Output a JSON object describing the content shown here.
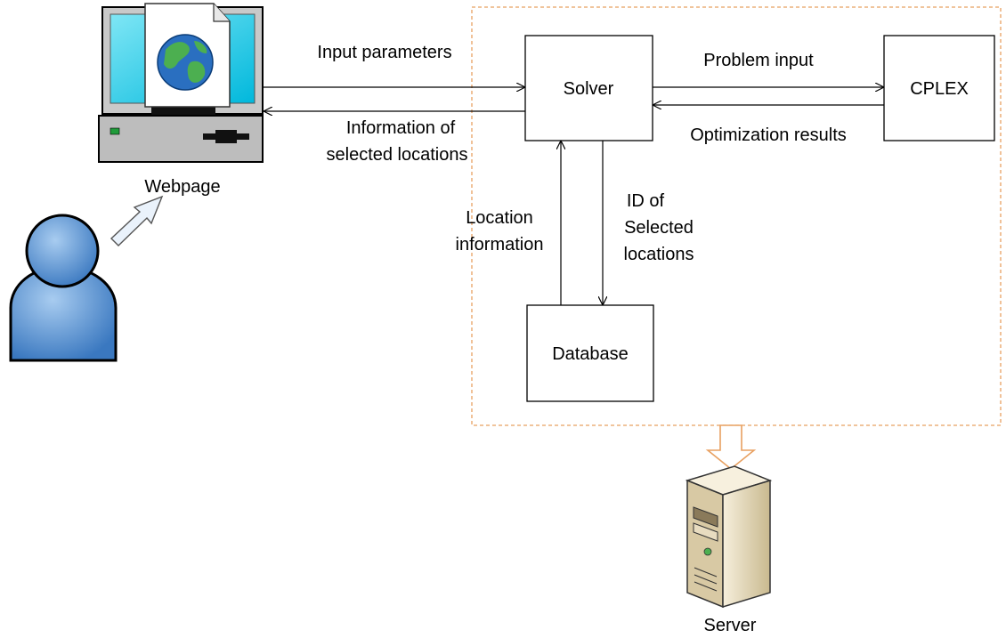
{
  "labels": {
    "webpage": "Webpage",
    "server": "Server",
    "input_parameters": "Input parameters",
    "information_of": "Information of",
    "selected_locations": "selected locations",
    "problem_input": "Problem input",
    "optimization_results": "Optimization results",
    "id_of": "ID of",
    "selected": "Selected",
    "locations": "locations",
    "location": "Location",
    "information": "information"
  },
  "boxes": {
    "solver": "Solver",
    "cplex": "CPLEX",
    "database": "Database"
  },
  "colors": {
    "server_boundary": "#e8a060",
    "user_fill": "#6a9fd8",
    "monitor_screen": "#00c8e8",
    "globe_ocean": "#2a6fc0",
    "globe_land": "#4caf50",
    "server_body": "#e8dcc0"
  },
  "icons": [
    "user-icon",
    "computer-icon",
    "globe-icon",
    "server-icon",
    "pointer-arrow-icon",
    "down-arrow-icon"
  ]
}
